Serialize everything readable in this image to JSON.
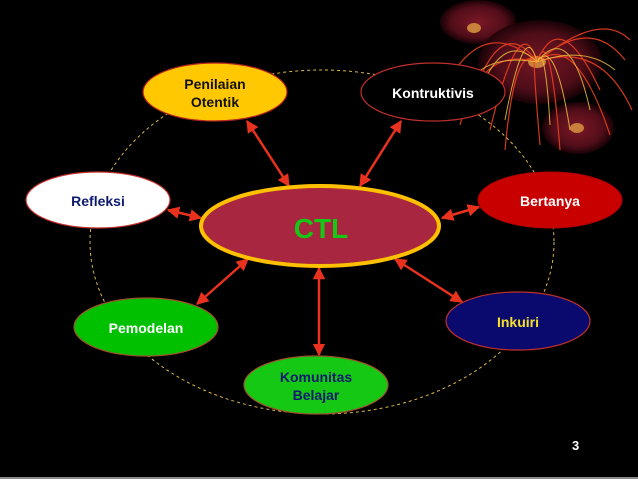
{
  "slide": {
    "page_number": "3",
    "center": {
      "label": "CTL",
      "fill": "#A8263F",
      "stroke": "#FFC000",
      "text_color": "#14C814"
    },
    "nodes": [
      {
        "id": "penilaian-otentik",
        "lines": [
          "Penilaian",
          "Otentik"
        ],
        "fill": "#FFC800",
        "stroke": "#B22222",
        "text_color": "#111111"
      },
      {
        "id": "kontruktivis",
        "lines": [
          "Kontruktivis"
        ],
        "fill": "#000000",
        "stroke": "#C0302A",
        "text_color": "#FFFFFF"
      },
      {
        "id": "refleksi",
        "lines": [
          "Refleksi"
        ],
        "fill": "#FFFFFF",
        "stroke": "#C0302A",
        "text_color": "#0D1A6E"
      },
      {
        "id": "bertanya",
        "lines": [
          "Bertanya"
        ],
        "fill": "#C80000",
        "stroke": "#C80000",
        "text_color": "#FFFFFF"
      },
      {
        "id": "pemodelan",
        "lines": [
          "Pemodelan"
        ],
        "fill": "#00C000",
        "stroke": "#A0522D",
        "text_color": "#FFFFFF"
      },
      {
        "id": "inkuiri",
        "lines": [
          "Inkuiri"
        ],
        "fill": "#0A0A6E",
        "stroke": "#C0302A",
        "text_color": "#F5E12A"
      },
      {
        "id": "komunitas-belajar",
        "lines": [
          "Komunitas",
          "Belajar"
        ],
        "fill": "#14C814",
        "stroke": "#A0522D",
        "text_color": "#0D1A6E"
      }
    ],
    "colors": {
      "background": "#000000",
      "arrow": "#E8321E",
      "orbit_dotted": "#D9B84A"
    }
  }
}
